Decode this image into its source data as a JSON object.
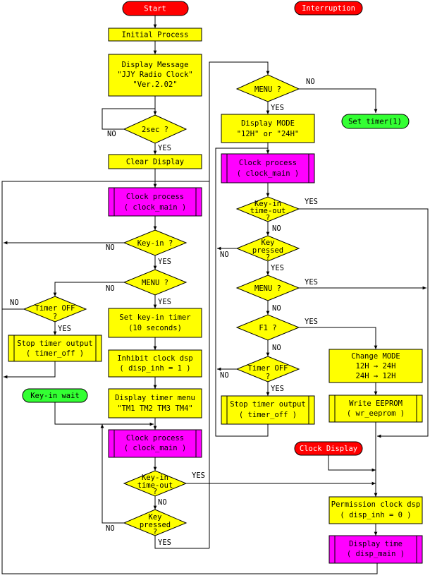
{
  "terminals": {
    "start": "Start",
    "interruption": "Interruption",
    "set_timer": "Set timer(1)",
    "key_in_wait": "Key-in wait",
    "clock_display": "Clock Display"
  },
  "left": {
    "initial_process": "Initial Process",
    "display_message": [
      "Display Message",
      "\"JJY Radio Clock\"",
      "\"Ver.2.02\""
    ],
    "wait_2sec": "2sec ?",
    "clear_display": "Clear Display",
    "clock_process_1": [
      "Clock process",
      "( clock_main )"
    ],
    "key_in": "Key-in ?",
    "menu": "MENU ?",
    "timer_off": [
      "Timer OFF",
      "?"
    ],
    "stop_timer_output": [
      "Stop timer output",
      "( timer_off )"
    ],
    "set_key_in_timer": [
      "Set key-in timer",
      "(10 seconds)"
    ],
    "inhibit_clock_dsp": [
      "Inhibit clock dsp",
      "( disp_inh = 1 )"
    ],
    "display_timer_menu": [
      "Display timer menu",
      "\"TM1 TM2 TM3 TM4\""
    ],
    "clock_process_2": [
      "Clock process",
      "( clock_main )"
    ],
    "key_in_timeout": [
      "Key-in",
      "time-out",
      "?"
    ],
    "key_pressed": [
      "Key",
      "pressed",
      "?"
    ]
  },
  "right": {
    "menu": "MENU ?",
    "display_mode": [
      "Display MODE",
      "\"12H\" or \"24H\""
    ],
    "clock_process": [
      "Clock process",
      "( clock_main )"
    ],
    "key_in_timeout": [
      "Key-in",
      "time-out",
      "?"
    ],
    "key_pressed": [
      "Key",
      "pressed",
      "?"
    ],
    "menu2": "MENU ?",
    "f1": "F1 ?",
    "timer_off": [
      "Timer OFF",
      "?"
    ],
    "stop_timer_output": [
      "Stop timer output",
      "( timer_off )"
    ],
    "change_mode": [
      "Change MODE",
      "12H → 24H",
      "24H → 12H"
    ],
    "write_eeprom": [
      "Write EEPROM",
      "( wr_eeprom )"
    ],
    "permission_clock_dsp": [
      "Permission clock dsp",
      "( disp_inh = 0 )"
    ],
    "display_time": [
      "Display time",
      "( disp_main )"
    ]
  },
  "labels": {
    "yes": "YES",
    "no": "NO"
  }
}
